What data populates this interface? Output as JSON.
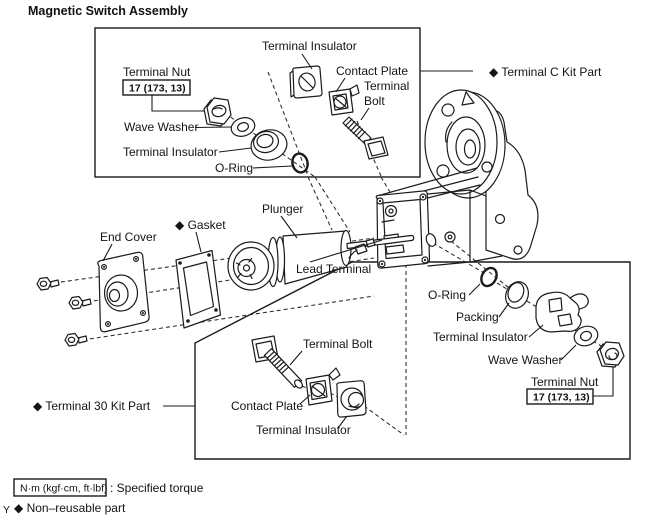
{
  "title": "Magnetic Switch Assembly",
  "top_kit": {
    "kit_label": "◆ Terminal C Kit Part",
    "terminal_nut": "Terminal Nut",
    "torque": "17 (173, 13)",
    "wave_washer": "Wave Washer",
    "terminal_insulator": "Terminal Insulator",
    "o_ring": "O-Ring",
    "terminal_insulator_plate": "Terminal Insulator",
    "contact_plate": "Contact Plate",
    "terminal_bolt_line1": "Terminal",
    "terminal_bolt_line2": "Bolt"
  },
  "assembly": {
    "end_cover": "End Cover",
    "gasket": "◆ Gasket",
    "plunger": "Plunger",
    "lead_terminal": "Lead Terminal"
  },
  "bottom_kit": {
    "kit_label": "◆ Terminal 30 Kit Part",
    "terminal_bolt": "Terminal Bolt",
    "contact_plate": "Contact Plate",
    "terminal_insulator": "Terminal Insulator"
  },
  "right_kit": {
    "o_ring": "O-Ring",
    "packing": "Packing",
    "terminal_insulator": "Terminal Insulator",
    "wave_washer": "Wave Washer",
    "terminal_nut": "Terminal Nut",
    "torque": "17 (173, 13)"
  },
  "legend": {
    "torque_unit": "N·m (kgf·cm, ft·lbf)",
    "torque_meaning": ": Specified torque",
    "stray_mark": "Y",
    "non_reusable": "◆ Non–reusable part"
  }
}
